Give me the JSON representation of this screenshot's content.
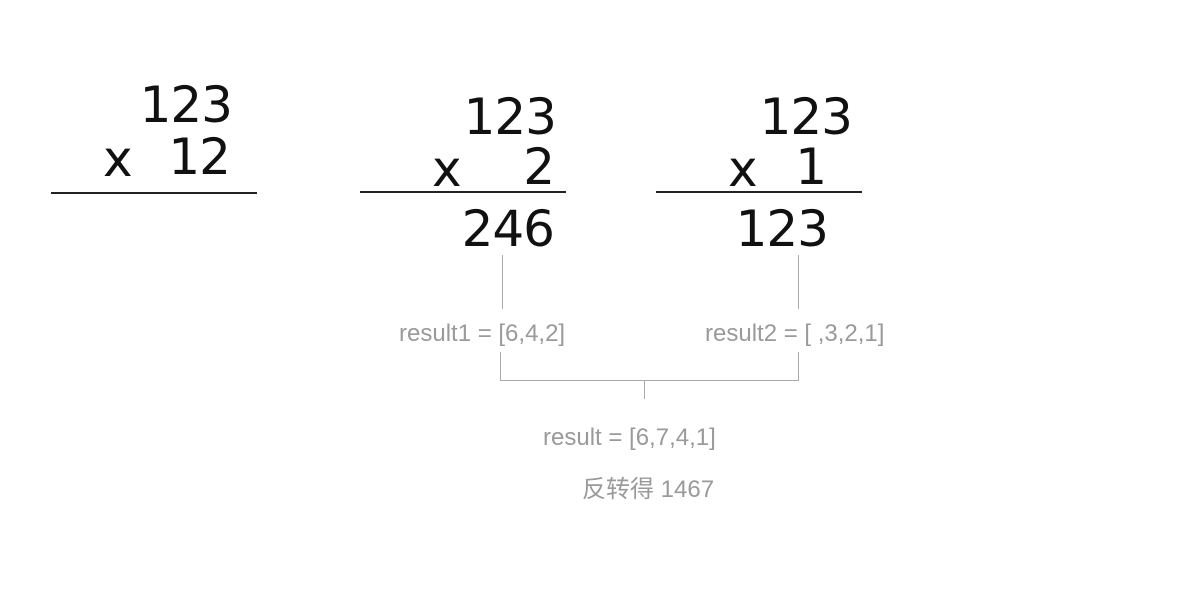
{
  "colors": {
    "text": "#111111",
    "annotation": "#9a9a9a",
    "connector": "#aaaaaa",
    "rule": "#222222"
  },
  "full_problem": {
    "multiplicand": "123",
    "operator": "x",
    "multiplier": "12"
  },
  "step1": {
    "multiplicand": "123",
    "operator": "x",
    "multiplier": "2",
    "product": "246",
    "label": "result1 = [6,4,2]"
  },
  "step2": {
    "multiplicand": "123",
    "operator": "x",
    "multiplier": "1",
    "product": "123",
    "label": "result2 = [ ,3,2,1]"
  },
  "combined": {
    "label": "result = [6,7,4,1]",
    "reversed_note": "反转得 1467"
  }
}
